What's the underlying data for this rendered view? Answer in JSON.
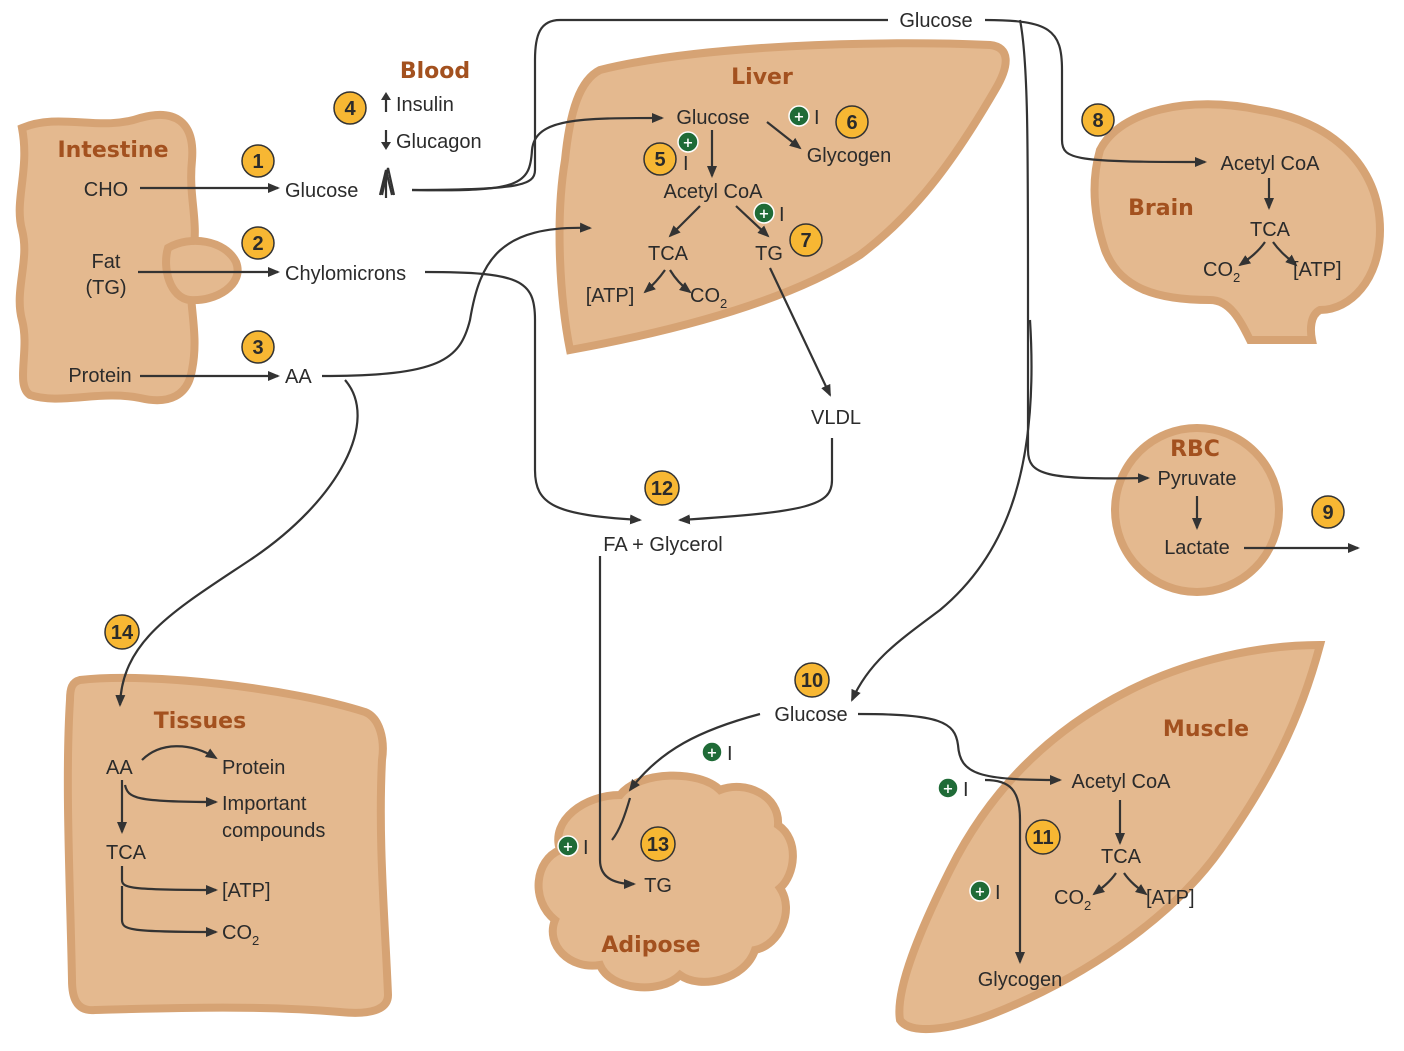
{
  "organs": {
    "intestine": "Intestine",
    "blood": "Blood",
    "liver": "Liver",
    "brain": "Brain",
    "rbc": "RBC",
    "tissues": "Tissues",
    "adipose": "Adipose",
    "muscle": "Muscle"
  },
  "steps": [
    "1",
    "2",
    "3",
    "4",
    "5",
    "6",
    "7",
    "8",
    "9",
    "10",
    "11",
    "12",
    "13",
    "14"
  ],
  "intestine": {
    "cho": "CHO",
    "fat": "Fat",
    "tg": "(TG)",
    "protein": "Protein"
  },
  "blood": {
    "insulin": "Insulin",
    "glucagon": "Glucagon",
    "glucose": "Glucose",
    "chylomicrons": "Chylomicrons",
    "aa": "AA"
  },
  "top": {
    "glucose": "Glucose"
  },
  "liver": {
    "glucose": "Glucose",
    "glycogen": "Glycogen",
    "acetyl_coa": "Acetyl CoA",
    "tca": "TCA",
    "tg": "TG",
    "atp": "[ATP]",
    "co2": "CO",
    "co2_sub": "2"
  },
  "vldl": "VLDL",
  "fa_glycerol": "FA + Glycerol",
  "brain": {
    "acetyl_coa": "Acetyl CoA",
    "tca": "TCA",
    "co2": "CO",
    "co2_sub": "2",
    "atp": "[ATP]"
  },
  "rbc": {
    "pyruvate": "Pyruvate",
    "lactate": "Lactate"
  },
  "tissues": {
    "aa": "AA",
    "protein": "Protein",
    "important1": "Important",
    "important2": "compounds",
    "tca": "TCA",
    "atp": "[ATP]",
    "co2": "CO",
    "co2_sub": "2"
  },
  "mid": {
    "glucose": "Glucose"
  },
  "adipose": {
    "tg": "TG"
  },
  "muscle": {
    "acetyl_coa": "Acetyl CoA",
    "tca": "TCA",
    "co2": "CO",
    "co2_sub": "2",
    "atp": "[ATP]",
    "glycogen": "Glycogen"
  },
  "insulin_mark": {
    "plus": "+",
    "letter": "I"
  },
  "colors": {
    "organ_fill": "#e4b98f",
    "organ_border": "#d6a374",
    "organ_label": "#a3511f",
    "step_badge": "#f7b733",
    "insulin_badge": "#1f6b37"
  }
}
